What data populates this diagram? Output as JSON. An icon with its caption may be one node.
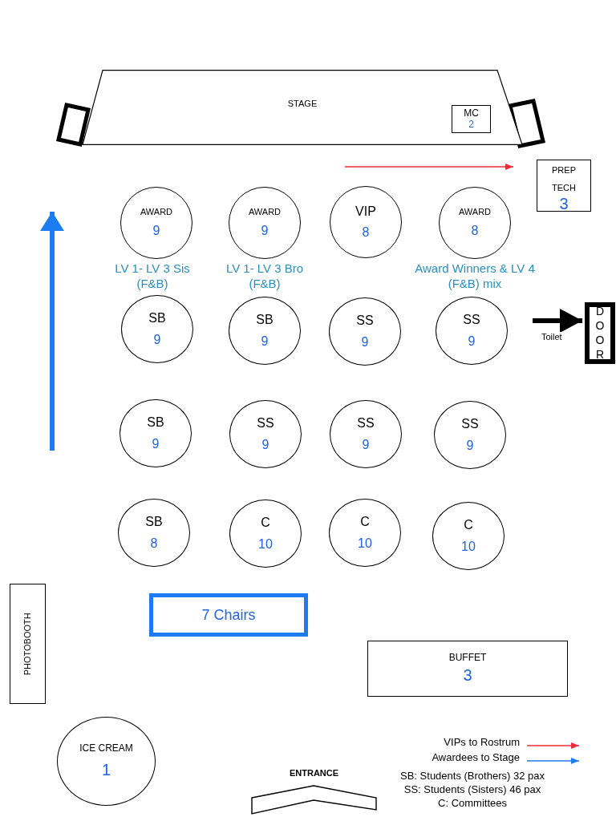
{
  "diagram": {
    "nodes": [
      {
        "text": [
          "STAGE"
        ]
      },
      {
        "text": [
          "MC",
          "2"
        ],
        "in": 0
      },
      {
        "text": [
          "PREP TECH",
          "3"
        ]
      },
      {
        "text": [
          "AWARD",
          "9"
        ],
        "beside": [
          "LV 1- LV 3 Sis (F&B)"
        ]
      },
      {
        "text": [
          "AWARD",
          "9"
        ],
        "beside": [
          "LV 1- LV 3 Bro (F&B)"
        ]
      },
      {
        "text": [
          "VIP",
          "8"
        ]
      },
      {
        "text": [
          "AWARD",
          "8"
        ],
        "beside": [
          "Award Winners & LV 4 (F&B) mix"
        ]
      },
      {
        "text": [
          "SB",
          "9"
        ]
      },
      {
        "text": [
          "SB",
          "9"
        ]
      },
      {
        "text": [
          "SS",
          "9"
        ]
      },
      {
        "text": [
          "SS",
          "9"
        ]
      },
      {
        "text": [
          "DOOR"
        ]
      },
      {
        "text": [
          "SB",
          "9"
        ]
      },
      {
        "text": [
          "SS",
          "9"
        ]
      },
      {
        "text": [
          "SS",
          "9"
        ]
      },
      {
        "text": [
          "SS",
          "9"
        ]
      },
      {
        "text": [
          "SB",
          "8"
        ]
      },
      {
        "text": [
          "C",
          "10"
        ]
      },
      {
        "text": [
          "C",
          "10"
        ]
      },
      {
        "text": [
          "C",
          "10"
        ]
      },
      {
        "text": [
          "PHOTOBOOTH"
        ]
      },
      {
        "text": [
          "7 Chairs"
        ]
      },
      {
        "text": [
          "BUFFET",
          "3"
        ]
      },
      {
        "text": [
          "ICE CREAM",
          "1"
        ]
      },
      {
        "text": [
          "ENTRANCE"
        ]
      }
    ],
    "edges": [
      {
        "from": null,
        "to": 11,
        "arrow": "to",
        "label": "Toilet"
      }
    ],
    "labels": [
      "SB: Students (Brothers) 32 pax",
      "SS: Students (Sisters) 46 pax",
      "C: Committees"
    ],
    "legend": [
      {
        "text": "VIPs to Rostrum"
      },
      {
        "text": "Awardees to Stage"
      }
    ]
  }
}
